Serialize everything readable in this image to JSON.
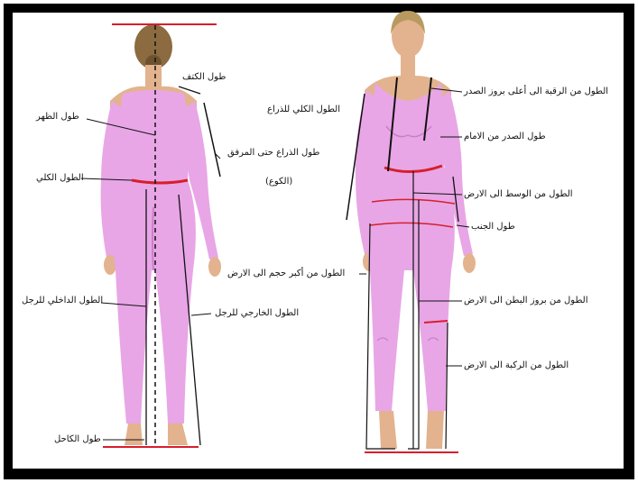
{
  "back_figure": {
    "labels": {
      "shoulder_length": "طول الكتف",
      "back_length": "طول الظهر",
      "arm_to_elbow": "طول الذراع حتى المرفق",
      "elbow": "(الكوع)",
      "total_length": "الطول الكلي",
      "inner_leg": "الطول الداخلي للرجل",
      "outer_leg": "الطول الخارجي للرجل",
      "heel_length": "طول الكاحل"
    }
  },
  "front_figure": {
    "labels": {
      "neck_to_bust": "الطول من الرقبة الى أعلى بروز الصدر",
      "total_arm": "الطول الكلي للذراع",
      "front_chest": "طول الصدر من الامام",
      "waist_to_floor": "الطول من الوسط الى الارض",
      "side_length": "طول الجنب",
      "hip_to_floor": "الطول من أكبر حجم الى الارض",
      "belly_to_floor": "الطول من بروز البطن الى الارض",
      "knee_to_floor": "الطول من الركبة الى الارض"
    }
  },
  "colors": {
    "body": "#e8a6e6",
    "body_shade": "#c97fc8",
    "skin": "#e2b38e",
    "hair": "#8b6b3f",
    "red_line": "#d81e2c",
    "guide_line": "#111111"
  }
}
